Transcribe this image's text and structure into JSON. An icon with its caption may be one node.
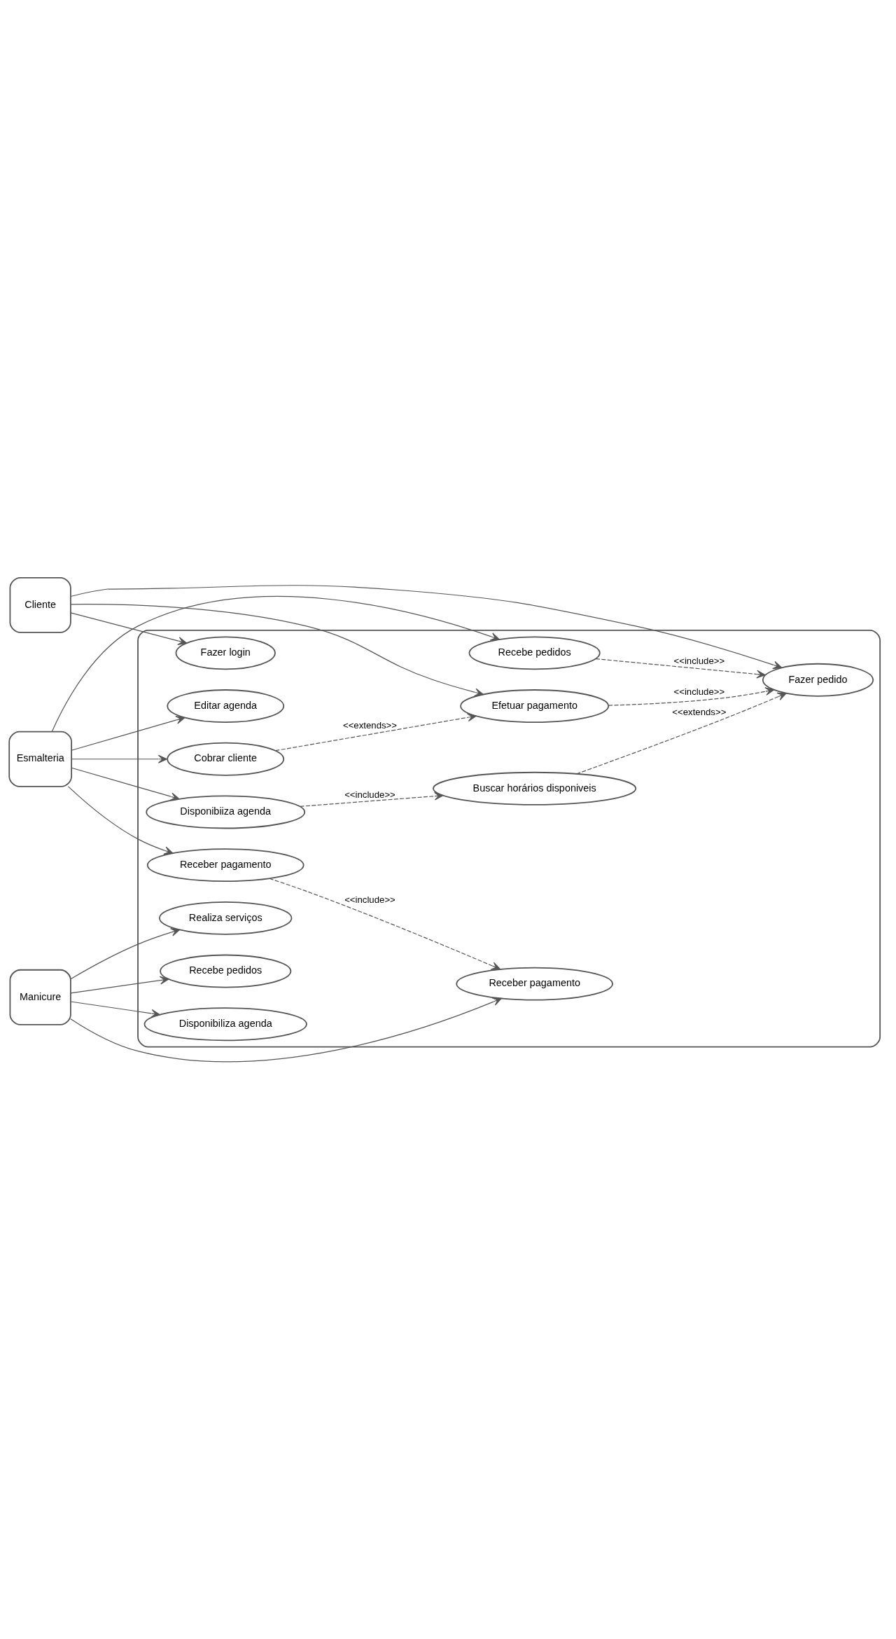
{
  "diagram": {
    "nodes": [
      {
        "text": [],
        "shape": "box"
      },
      {
        "text": [
          "Fazer login"
        ],
        "in": 0
      },
      {
        "text": [
          "Fazer pedido"
        ],
        "in": 0
      },
      {
        "text": [
          "Cliente"
        ]
      },
      {
        "text": [
          "Efetuar pagamento"
        ],
        "in": 0
      },
      {
        "text": [
          "Buscar horários disponiveis"
        ],
        "in": 0
      },
      {
        "text": [
          "Recebe pedidos"
        ],
        "in": 0
      },
      {
        "text": [
          "Disponibiiza agenda"
        ],
        "in": 0
      },
      {
        "text": [
          "Editar agenda"
        ],
        "in": 0
      },
      {
        "text": [
          "Esmalteria"
        ]
      },
      {
        "text": [
          "Cobrar cliente"
        ],
        "in": 0
      },
      {
        "text": [
          "Receber pagamento"
        ],
        "in": 0
      },
      {
        "text": [
          "Receber pagamento"
        ],
        "in": 0
      },
      {
        "text": [
          "Recebe pedidos"
        ],
        "in": 0
      },
      {
        "text": [
          "Manicure"
        ]
      },
      {
        "text": [
          "Disponibiliza agenda"
        ],
        "in": 0
      },
      {
        "text": [
          "Realiza serviços"
        ],
        "in": 0
      }
    ],
    "edges": [
      {
        "from": 3,
        "to": 1,
        "arrow": "to"
      },
      {
        "from": 3,
        "to": 2,
        "arrow": "to"
      },
      {
        "from": 3,
        "to": 4,
        "arrow": "to"
      },
      {
        "from": 4,
        "to": 2,
        "arrow": "to",
        "label": "<<include>>",
        "style": "dashed"
      },
      {
        "from": 6,
        "to": 2,
        "arrow": "to",
        "label": "<<include>>",
        "style": "dashed"
      },
      {
        "from": 5,
        "to": 2,
        "arrow": "to",
        "label": "<<extends>>",
        "style": "dashed"
      },
      {
        "from": 7,
        "to": 5,
        "arrow": "to",
        "label": "<<include>>",
        "style": "dashed"
      },
      {
        "from": 10,
        "to": 4,
        "arrow": "to",
        "label": "<<extends>>",
        "style": "dashed"
      },
      {
        "from": 9,
        "to": 6,
        "arrow": "to"
      },
      {
        "from": 9,
        "to": 7,
        "arrow": "to"
      },
      {
        "from": 9,
        "to": 8,
        "arrow": "to"
      },
      {
        "from": 9,
        "to": 10,
        "arrow": "to"
      },
      {
        "from": 9,
        "to": 11,
        "arrow": "to"
      },
      {
        "from": 11,
        "to": 12,
        "arrow": "to",
        "label": "<<include>>",
        "style": "dashed"
      },
      {
        "from": 14,
        "to": 12,
        "arrow": "to"
      },
      {
        "from": 14,
        "to": 13,
        "arrow": "to"
      },
      {
        "from": 14,
        "to": 15,
        "arrow": "to"
      },
      {
        "from": 14,
        "to": 16,
        "arrow": "to"
      }
    ]
  }
}
